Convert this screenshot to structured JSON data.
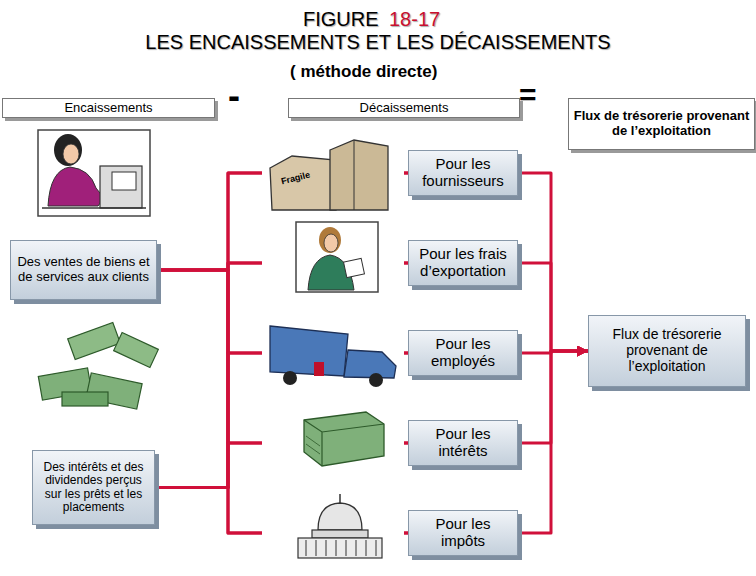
{
  "diagram": {
    "title": "LES ENCAISSEMENTS ET LES DÉCAISSEMENTS",
    "nodes": [
      {
        "text": [
          "Encaissements"
        ]
      },
      {
        "text": [
          "Décaissements"
        ]
      },
      {
        "text": [
          "Flux de trésorerie provenant de l’exploitation"
        ]
      },
      {
        "text": [
          "Des ventes de biens et de services aux clients"
        ]
      },
      {
        "text": [
          "Des intérêts et des dividendes perçus sur les prêts et les placements"
        ]
      },
      {
        "text": [
          "Pour les fournisseurs"
        ]
      },
      {
        "text": [
          "Pour les frais d’exportation"
        ]
      },
      {
        "text": [
          "Pour les employés"
        ]
      },
      {
        "text": [
          "Pour les intérêts"
        ]
      },
      {
        "text": [
          "Pour les impôts"
        ]
      },
      {
        "text": [
          "Flux de trésorerie provenant de l’exploitation"
        ]
      }
    ],
    "edges": [
      {
        "from": 3,
        "to": 5,
        "arrow": "none"
      },
      {
        "from": 3,
        "to": 6,
        "arrow": "none"
      },
      {
        "from": 3,
        "to": 7,
        "arrow": "none"
      },
      {
        "from": 3,
        "to": 8,
        "arrow": "none"
      },
      {
        "from": 3,
        "to": 9,
        "arrow": "none"
      },
      {
        "from": 4,
        "to": 5,
        "arrow": "none"
      },
      {
        "from": 4,
        "to": 6,
        "arrow": "none"
      },
      {
        "from": 4,
        "to": 7,
        "arrow": "none"
      },
      {
        "from": 4,
        "to": 8,
        "arrow": "none"
      },
      {
        "from": 4,
        "to": 9,
        "arrow": "none"
      },
      {
        "from": 5,
        "to": 10,
        "arrow": "to"
      },
      {
        "from": 6,
        "to": 10,
        "arrow": "to"
      },
      {
        "from": 7,
        "to": 10,
        "arrow": "to"
      },
      {
        "from": 8,
        "to": 10,
        "arrow": "to"
      },
      {
        "from": 9,
        "to": 10,
        "arrow": "to"
      }
    ],
    "labels": [
      "FIGURE",
      "18-17",
      "( méthode directe)",
      "-",
      "=",
      "Fragile"
    ]
  }
}
